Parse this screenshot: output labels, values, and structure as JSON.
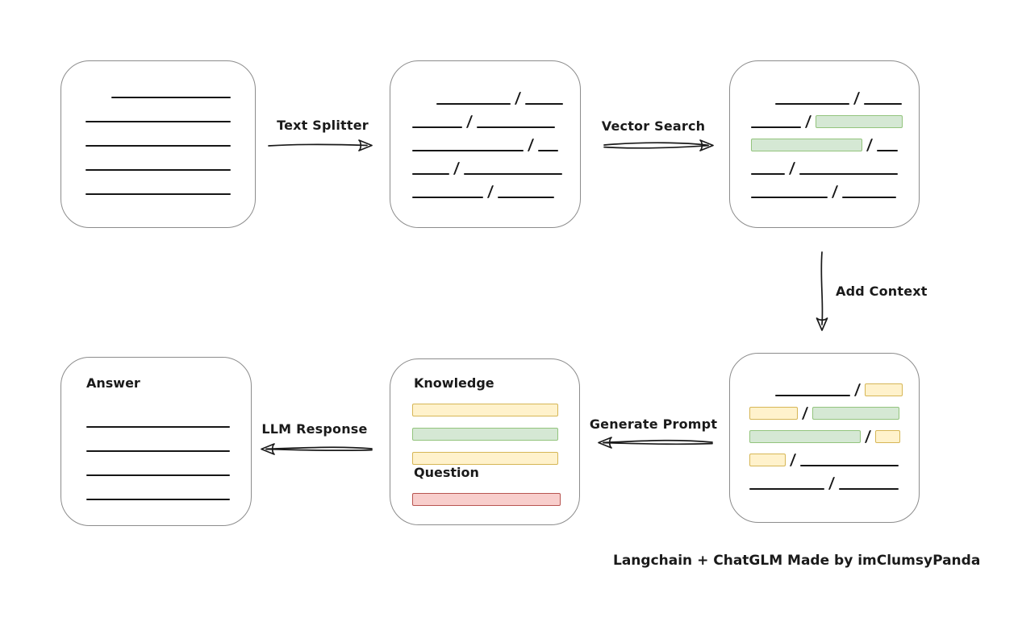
{
  "caption": "Langchain + ChatGLM Made by imClumsyPanda",
  "labels": {
    "text_splitter": "Text Splitter",
    "vector_search": "Vector Search",
    "add_context": "Add Context",
    "generate_prompt": "Generate Prompt",
    "llm_response": "LLM Response",
    "knowledge": "Knowledge",
    "question": "Question",
    "answer": "Answer"
  },
  "colors": {
    "green_fill": "#d5e8d4",
    "green_border": "#93c47d",
    "yellow_fill": "#fff2cc",
    "yellow_border": "#d6b656",
    "red_fill": "#f8cecc",
    "red_border": "#b85450",
    "stroke": "#1a1a1a",
    "box_border": "#8c8c8c"
  },
  "boxes": {
    "document": {
      "rows": [
        [
          {
            "t": "space",
            "w": 32
          },
          {
            "t": "line",
            "w": 148
          }
        ],
        [
          {
            "t": "line",
            "w": 180
          }
        ],
        [
          {
            "t": "line",
            "w": 180
          }
        ],
        [
          {
            "t": "line",
            "w": 180
          }
        ],
        [
          {
            "t": "line",
            "w": 180
          }
        ]
      ]
    },
    "chunks": {
      "rows": [
        [
          {
            "t": "space",
            "w": 30
          },
          {
            "t": "line",
            "w": 92
          },
          {
            "t": "slash"
          },
          {
            "t": "line",
            "w": 47
          }
        ],
        [
          {
            "t": "line",
            "w": 62
          },
          {
            "t": "slash"
          },
          {
            "t": "line",
            "w": 97
          }
        ],
        [
          {
            "t": "line",
            "w": 138
          },
          {
            "t": "slash"
          },
          {
            "t": "line",
            "w": 25
          }
        ],
        [
          {
            "t": "line",
            "w": 46
          },
          {
            "t": "slash"
          },
          {
            "t": "line",
            "w": 122
          }
        ],
        [
          {
            "t": "line",
            "w": 88
          },
          {
            "t": "slash"
          },
          {
            "t": "line",
            "w": 70
          }
        ]
      ]
    },
    "vector_result": {
      "rows": [
        [
          {
            "t": "space",
            "w": 30
          },
          {
            "t": "line",
            "w": 92
          },
          {
            "t": "slash"
          },
          {
            "t": "line",
            "w": 47
          }
        ],
        [
          {
            "t": "line",
            "w": 62
          },
          {
            "t": "slash"
          },
          {
            "t": "green",
            "w": 108
          }
        ],
        [
          {
            "t": "green",
            "w": 138
          },
          {
            "t": "slash"
          },
          {
            "t": "line",
            "w": 26
          }
        ],
        [
          {
            "t": "line",
            "w": 42
          },
          {
            "t": "slash"
          },
          {
            "t": "line",
            "w": 122
          }
        ],
        [
          {
            "t": "line",
            "w": 95
          },
          {
            "t": "slash"
          },
          {
            "t": "line",
            "w": 67
          }
        ]
      ]
    },
    "context": {
      "rows": [
        [
          {
            "t": "space",
            "w": 32
          },
          {
            "t": "line",
            "w": 93
          },
          {
            "t": "slash"
          },
          {
            "t": "yellow",
            "w": 47
          }
        ],
        [
          {
            "t": "yellow",
            "w": 60
          },
          {
            "t": "slash"
          },
          {
            "t": "green",
            "w": 108
          }
        ],
        [
          {
            "t": "green",
            "w": 138
          },
          {
            "t": "slash"
          },
          {
            "t": "yellow",
            "w": 31
          }
        ],
        [
          {
            "t": "yellow",
            "w": 45
          },
          {
            "t": "slash"
          },
          {
            "t": "line",
            "w": 122
          }
        ],
        [
          {
            "t": "line",
            "w": 93
          },
          {
            "t": "slash"
          },
          {
            "t": "line",
            "w": 74
          }
        ]
      ]
    },
    "prompt": {
      "knowledge_bars": [
        [
          {
            "t": "yellow",
            "w": 181
          }
        ],
        [
          {
            "t": "green",
            "w": 181
          }
        ],
        [
          {
            "t": "yellow",
            "w": 181
          }
        ]
      ],
      "question_bar": [
        [
          {
            "t": "red",
            "w": 184
          }
        ]
      ]
    },
    "answer": {
      "rows": [
        [
          {
            "t": "line",
            "w": 178
          }
        ],
        [
          {
            "t": "line",
            "w": 178
          }
        ],
        [
          {
            "t": "line",
            "w": 178
          }
        ],
        [
          {
            "t": "line",
            "w": 178
          }
        ]
      ]
    }
  }
}
